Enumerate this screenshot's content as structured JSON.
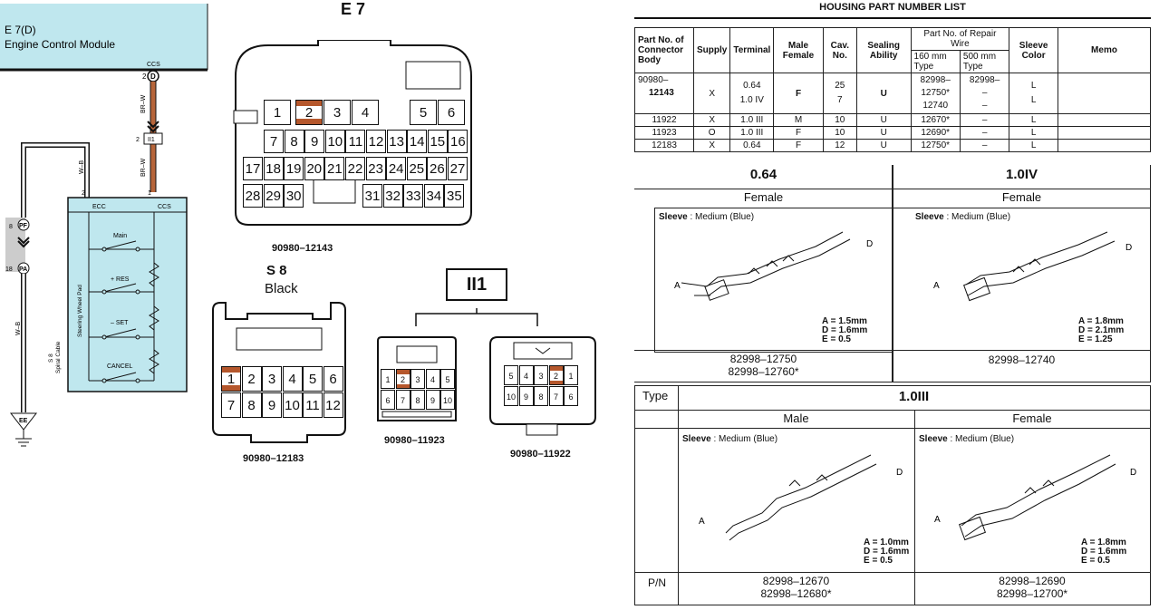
{
  "wiring": {
    "ecm_ref": "E 7(D)",
    "ecm_name": "Engine Control Module",
    "ccs_top": "CCS",
    "pin_ccs_num": "2",
    "pin_ccs_letter": "D",
    "wire_brw_1": "BR–W",
    "ii1_num": "2",
    "ii1_label": "II1",
    "wire_brw_2": "BR–W",
    "wire_wb_1": "W–B",
    "wire_wb_2": "W–B",
    "pin_ecc_num": "2",
    "pin_ccs2_num": "1",
    "ecc": "ECC",
    "ccs": "CCS",
    "main": "Main",
    "res": "+ RES",
    "set": "– SET",
    "cancel": "CANCEL",
    "pad": "Steering Wheel Pad",
    "s8": "S 8",
    "spiral": "Spiral Cable",
    "pf_num": "8",
    "pf_label": "PF",
    "pa_num": "18",
    "pa_label": "PA",
    "ee_label": "EE"
  },
  "e7": {
    "title": "E 7",
    "pn": "90980–12143",
    "row1": [
      "1",
      "2",
      "3",
      "4",
      "5",
      "6"
    ],
    "row2": [
      "7",
      "8",
      "9",
      "10",
      "11",
      "12",
      "13",
      "14",
      "15",
      "16"
    ],
    "row3": [
      "17",
      "18",
      "19",
      "20",
      "21",
      "22",
      "23",
      "24",
      "25",
      "26",
      "27"
    ],
    "row4a": [
      "28",
      "29",
      "30"
    ],
    "row4b": [
      "31",
      "32",
      "33",
      "34",
      "35"
    ]
  },
  "s8": {
    "title": "S 8",
    "color": "Black",
    "pn": "90980–12183",
    "row1": [
      "1",
      "2",
      "3",
      "4",
      "5",
      "6"
    ],
    "row2": [
      "7",
      "8",
      "9",
      "10",
      "11",
      "12"
    ]
  },
  "ii1": {
    "title": "II1",
    "left_pn": "90980–11923",
    "right_pn": "90980–11922",
    "left_row1": [
      "1",
      "2",
      "3",
      "4",
      "5"
    ],
    "left_row2": [
      "6",
      "7",
      "8",
      "9",
      "10"
    ],
    "right_row1": [
      "5",
      "4",
      "3",
      "2",
      "1"
    ],
    "right_row2": [
      "10",
      "9",
      "8",
      "7",
      "6"
    ]
  },
  "housing": {
    "title": "HOUSING PART NUMBER LIST",
    "h_part_no": "Part No. of Connector Body",
    "h_supply": "Supply",
    "h_terminal": "Terminal",
    "h_male_female": "Male Female",
    "h_cav": "Cav. No.",
    "h_sealing": "Sealing Ability",
    "h_repair": "Part No. of Repair Wire",
    "h_160": "160 mm Type",
    "h_500": "500 mm Type",
    "h_sleeve": "Sleeve Color",
    "h_memo": "Memo",
    "r1_prefix": "90980–",
    "r1_rep160_prefix": "82998–",
    "r1_rep500_prefix": "82998–",
    "r1_body": "12143",
    "r1_supply": "X",
    "r1_term_a": "0.64",
    "r1_term_b": "1.0 IV",
    "r1_mf": "F",
    "r1_cav_a": "25",
    "r1_cav_b": "7",
    "r1_seal": "U",
    "r1_160a": "12750*",
    "r1_160b": "12740",
    "r1_500a": "–",
    "r1_500b": "–",
    "r1_sleeve_a": "L",
    "r1_sleeve_b": "L",
    "rows": [
      {
        "body": "11922",
        "supply": "X",
        "terminal": "1.0 III",
        "mf": "M",
        "cav": "10",
        "seal": "U",
        "r160": "12670*",
        "r500": "–",
        "sleeve": "L"
      },
      {
        "body": "11923",
        "supply": "O",
        "terminal": "1.0 III",
        "mf": "F",
        "cav": "10",
        "seal": "U",
        "r160": "12690*",
        "r500": "–",
        "sleeve": "L"
      },
      {
        "body": "12183",
        "supply": "X",
        "terminal": "0.64",
        "mf": "F",
        "cav": "12",
        "seal": "U",
        "r160": "12750*",
        "r500": "–",
        "sleeve": "L"
      }
    ]
  },
  "term064": {
    "title": "0.64",
    "sub": "Female",
    "sleeve_key": "Sleeve",
    "sleeve_val": ": Medium (Blue)",
    "dim_a": "A = 1.5mm",
    "dim_d": "D = 1.6mm",
    "dim_e": "E = 0.5",
    "pn1": "82998–12750",
    "pn2": "82998–12760*",
    "lbl_a": "A",
    "lbl_d": "D"
  },
  "term10iv": {
    "title": "1.0IV",
    "sub": "Female",
    "sleeve_key": "Sleeve",
    "sleeve_val": ": Medium (Blue)",
    "dim_a": "A = 1.8mm",
    "dim_d": "D = 2.1mm",
    "dim_e": "E = 1.25",
    "pn1": "82998–12740",
    "lbl_a": "A",
    "lbl_d": "D"
  },
  "term10iii": {
    "type_label": "Type",
    "title": "1.0III",
    "male": "Male",
    "female": "Female",
    "pn_label": "P/N",
    "m_sleeve_key": "Sleeve",
    "m_sleeve_val": ": Medium (Blue)",
    "m_dim_a": "A = 1.0mm",
    "m_dim_d": "D = 1.6mm",
    "m_dim_e": "E = 0.5",
    "m_pn1": "82998–12670",
    "m_pn2": "82998–12680*",
    "f_sleeve_key": "Sleeve",
    "f_sleeve_val": ": Medium (Blue)",
    "f_dim_a": "A = 1.8mm",
    "f_dim_d": "D = 1.6mm",
    "f_dim_e": "E = 0.5",
    "f_pn1": "82998–12690",
    "f_pn2": "82998–12700*",
    "lbl_a": "A",
    "lbl_d": "D"
  }
}
